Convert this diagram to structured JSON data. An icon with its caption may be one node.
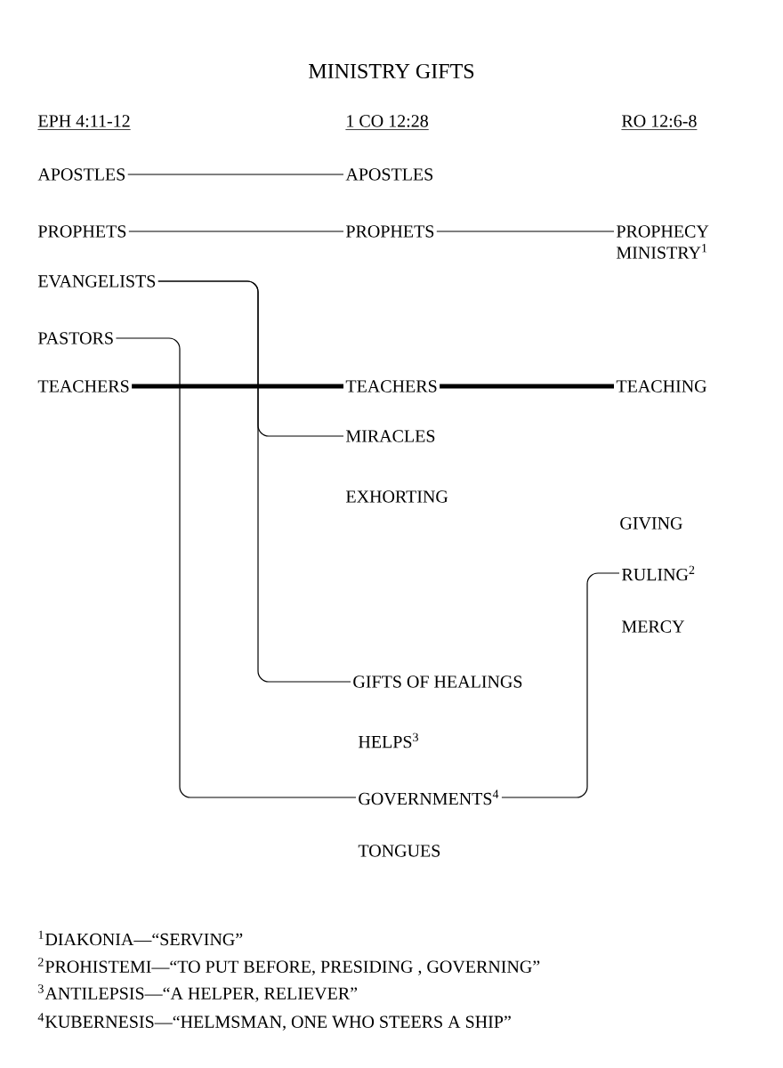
{
  "diagram": {
    "title": "MINISTRY GIFTS",
    "nodes": [
      {
        "text": [
          "APOSTLES"
        ]
      },
      {
        "text": [
          "PROPHETS"
        ]
      },
      {
        "text": [
          "EVANGELISTS"
        ]
      },
      {
        "text": [
          "PASTORS"
        ]
      },
      {
        "text": [
          "TEACHERS"
        ]
      },
      {
        "text": [
          "APOSTLES"
        ]
      },
      {
        "text": [
          "PROPHETS"
        ]
      },
      {
        "text": [
          "TEACHERS"
        ]
      },
      {
        "text": [
          "MIRACLES"
        ]
      },
      {
        "text": [
          "EXHORTING"
        ]
      },
      {
        "text": [
          "GIFTS OF HEALINGS"
        ]
      },
      {
        "text": [
          "HELPS$^{3}$"
        ]
      },
      {
        "text": [
          "GOVERNMENTS$^{4}$"
        ]
      },
      {
        "text": [
          "TONGUES"
        ]
      },
      {
        "text": [
          "PROPHECY MINISTRY$^{1}$"
        ]
      },
      {
        "text": [
          "TEACHING"
        ]
      },
      {
        "text": [
          "GIVING"
        ]
      },
      {
        "text": [
          "RULING$^{2}$"
        ]
      },
      {
        "text": [
          "MERCY"
        ]
      }
    ],
    "edges": [
      {
        "from": 0,
        "to": 5,
        "arrow": "none"
      },
      {
        "from": 1,
        "to": 6,
        "arrow": "none"
      },
      {
        "from": 6,
        "to": 14,
        "arrow": "none"
      },
      {
        "from": 4,
        "to": 7,
        "arrow": "none",
        "style": "thick"
      },
      {
        "from": 7,
        "to": 15,
        "arrow": "none",
        "style": "thick"
      },
      {
        "from": 2,
        "to": 8,
        "arrow": "none"
      },
      {
        "from": 2,
        "to": 10,
        "arrow": "none"
      },
      {
        "from": 3,
        "to": 12,
        "arrow": "none"
      },
      {
        "from": 12,
        "to": 17,
        "arrow": "none"
      }
    ],
    "labels": [
      "EPH 4:11-12",
      "1 CO 12:28",
      "RO 12:6-8",
      "$^{1}$DIAKONIA—“SERVING”",
      "$^{2}$PROHISTEMI—“TO PUT BEFORE, PRESIDING , GOVERNING”",
      "$^{3}$ANTILEPSIS—“A HELPER, RELIEVER”",
      "$^{4}$KUBERNESIS—“HELMSMAN, ONE WHO STEERS A SHIP”"
    ]
  }
}
